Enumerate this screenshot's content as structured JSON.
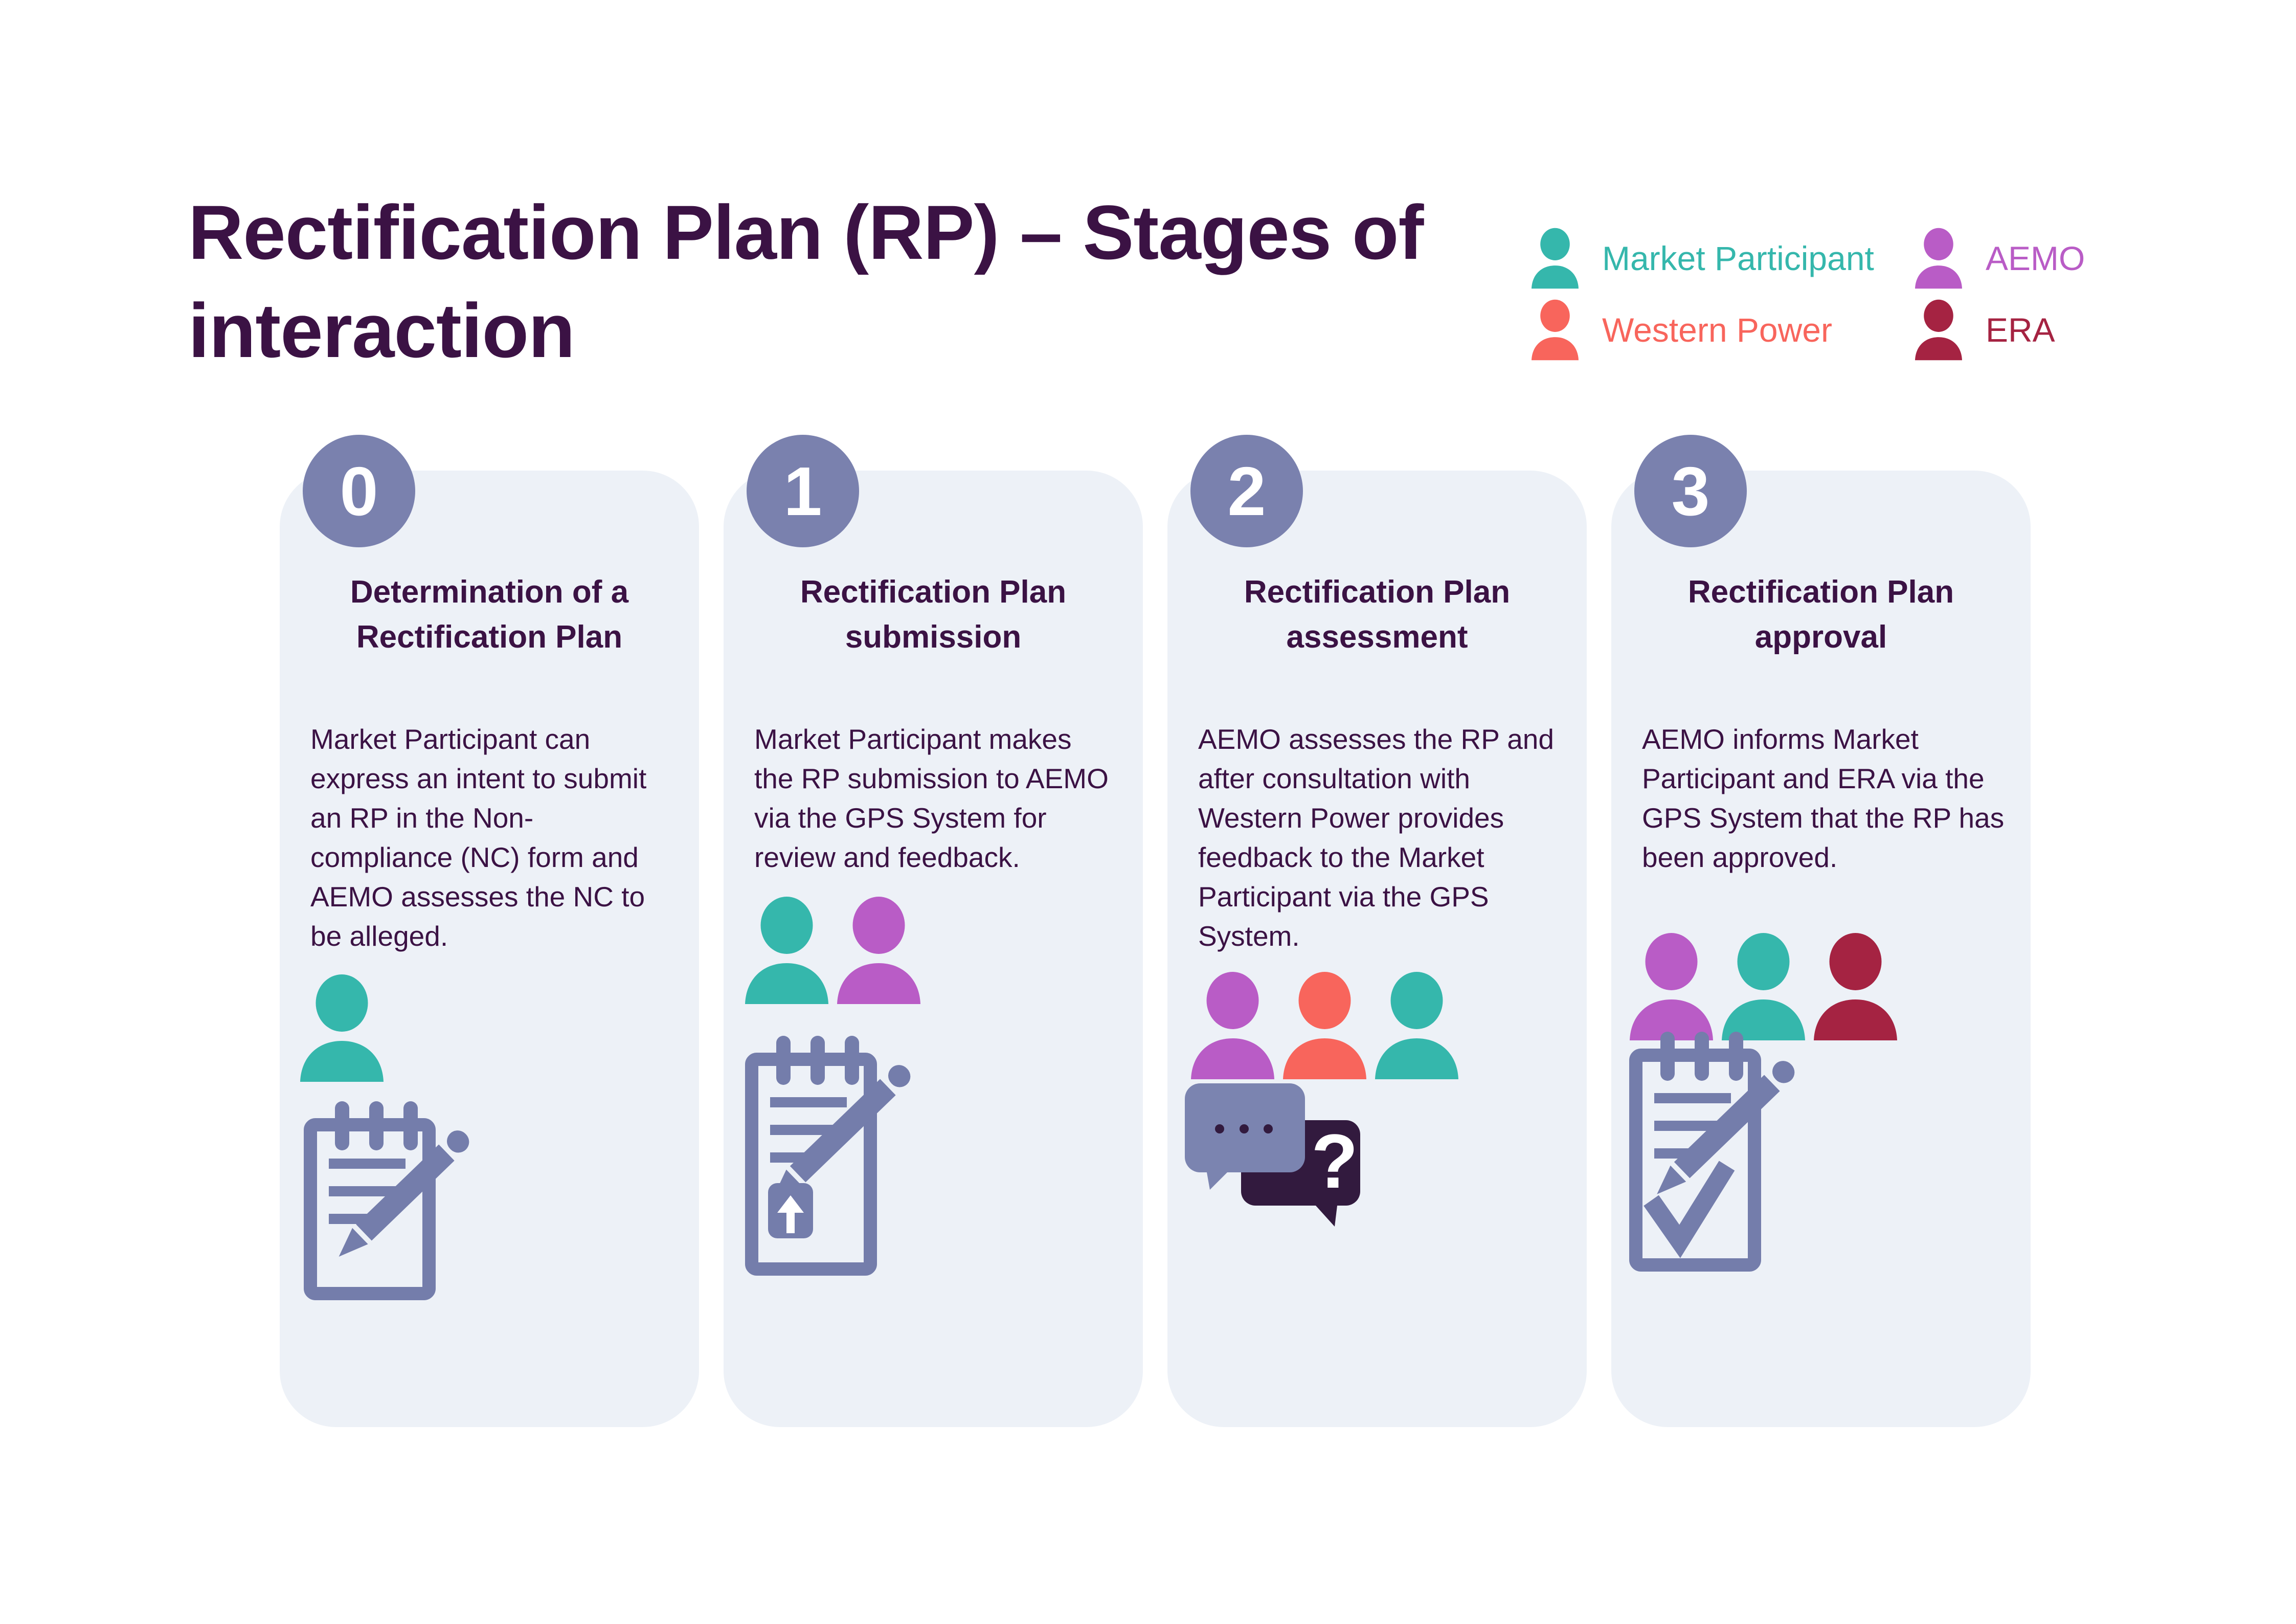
{
  "title": {
    "line1": "Rectification Plan (RP) – Stages of",
    "line2": "interaction"
  },
  "legend": {
    "items": [
      {
        "id": "market-participant",
        "label": "Market Participant",
        "color": "#35b7ac"
      },
      {
        "id": "western-power",
        "label": "Western Power",
        "color": "#f8655c"
      },
      {
        "id": "aemo",
        "label": "AEMO",
        "color": "#b95cc6"
      },
      {
        "id": "era",
        "label": "ERA",
        "color": "#a52342"
      }
    ]
  },
  "colors": {
    "text": "#3b1244",
    "badge": "#7a81ae",
    "card_bg": "#edf1f7",
    "slate": "#747dab",
    "bubble_light": "#7b84b0",
    "bubble_dark": "#321a3e",
    "white": "#ffffff"
  },
  "stages": [
    {
      "number": "0",
      "title": "Determination of a Rectification Plan",
      "body": "Market Participant can express an intent to submit an RP in the Non-compliance (NC) form and AEMO assesses the NC to be alleged.",
      "people": [
        "market-participant"
      ],
      "icon": "notepad-pencil"
    },
    {
      "number": "1",
      "title": "Rectification Plan submission",
      "body": "Market Participant makes the RP submission to AEMO via the GPS System for review and feedback.",
      "people": [
        "market-participant",
        "aemo"
      ],
      "icon": "notepad-upload-pencil"
    },
    {
      "number": "2",
      "title": "Rectification Plan assessment",
      "body": "AEMO assesses the RP and after consultation with Western Power provides feedback to the Market Participant via the GPS System.",
      "people": [
        "aemo",
        "western-power",
        "market-participant"
      ],
      "icon": "chat-bubbles-question",
      "question": "?"
    },
    {
      "number": "3",
      "title": "Rectification Plan approval",
      "body": "AEMO informs Market Participant and ERA via the GPS System that the RP has been approved.",
      "people": [
        "aemo",
        "market-participant",
        "era"
      ],
      "icon": "notepad-check-pencil"
    }
  ]
}
